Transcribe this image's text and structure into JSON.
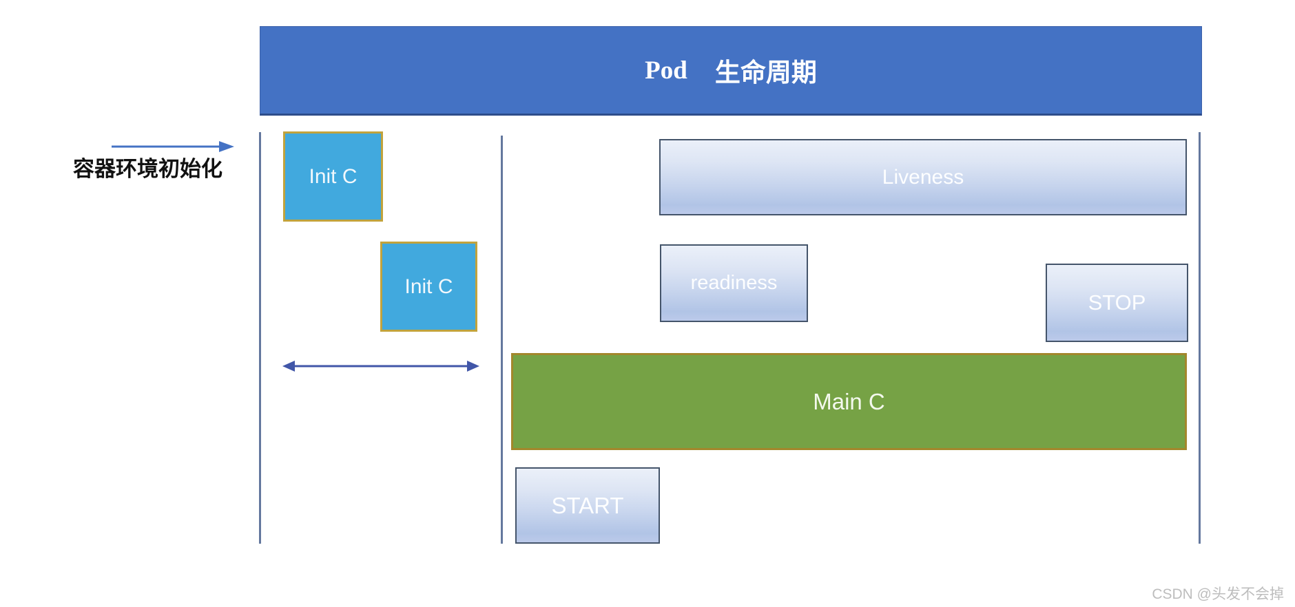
{
  "title": {
    "en": "Pod",
    "zh": "生命周期"
  },
  "left_annotation": {
    "label": "容器环境初始化"
  },
  "init_containers": [
    {
      "label": "Init C"
    },
    {
      "label": "Init C"
    }
  ],
  "boxes": {
    "liveness": "Liveness",
    "readiness": "readiness",
    "stop": "STOP",
    "main": "Main C",
    "start": "START"
  },
  "watermark": "CSDN @头发不会掉",
  "colors": {
    "header_blue": "#4472c4",
    "header_border": "#2e4d8a",
    "init_container_fill": "#41a9de",
    "init_container_border": "#c2a33c",
    "probe_box_gradient_top": "#ebf0f9",
    "probe_box_gradient_bottom": "#b1c4e6",
    "probe_box_border": "#44546a",
    "main_container_fill": "#76a245",
    "main_container_border": "#a3872c",
    "timeline_line": "#64789e",
    "annotation_arrow": "#4472c4",
    "double_arrow": "#4156a8",
    "annotation_text": "#111111",
    "box_text": "#ffffff",
    "watermark_gray": "#bdbdbd"
  }
}
